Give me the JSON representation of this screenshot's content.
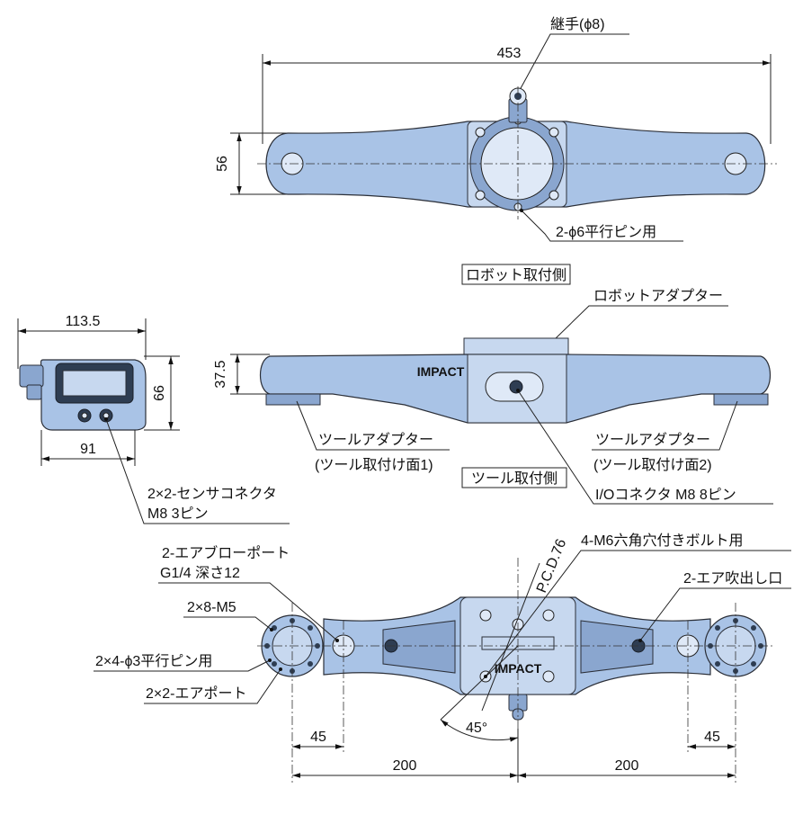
{
  "labels": {
    "joint": "継手(ϕ8)",
    "dim_453": "453",
    "dim_56": "56",
    "pin_6": "2-ϕ6平行ピン用",
    "robot_side": "ロボット取付側",
    "robot_adapter": "ロボットアダプター",
    "dim_113_5": "113.5",
    "dim_66": "66",
    "dim_91": "91",
    "dim_37_5": "37.5",
    "tool_adapter": "ツールアダプター",
    "tool_face1": "(ツール取付け面1)",
    "tool_face2": "(ツール取付け面2)",
    "tool_side": "ツール取付側",
    "io_connector": "I/Oコネクタ M8 8ピン",
    "sensor_line1": "2×2-センサコネクタ",
    "sensor_line2": "M8 3ピン",
    "pcd": "P.C.D.76",
    "m6_bolt": "4-M6六角穴付きボルト用",
    "air_blow1": "2-エアブローポート",
    "air_blow2": "G1/4 深さ12",
    "m5": "2×8-M5",
    "air_out": "2-エア吹出し口",
    "pin_3": "2×4-ϕ3平行ピン用",
    "air_port": "2×2-エアポート",
    "dim_45_left": "45",
    "dim_45_right": "45",
    "dim_200_left": "200",
    "dim_200_right": "200",
    "angle_45": "45°",
    "logo": "IMPACT"
  }
}
